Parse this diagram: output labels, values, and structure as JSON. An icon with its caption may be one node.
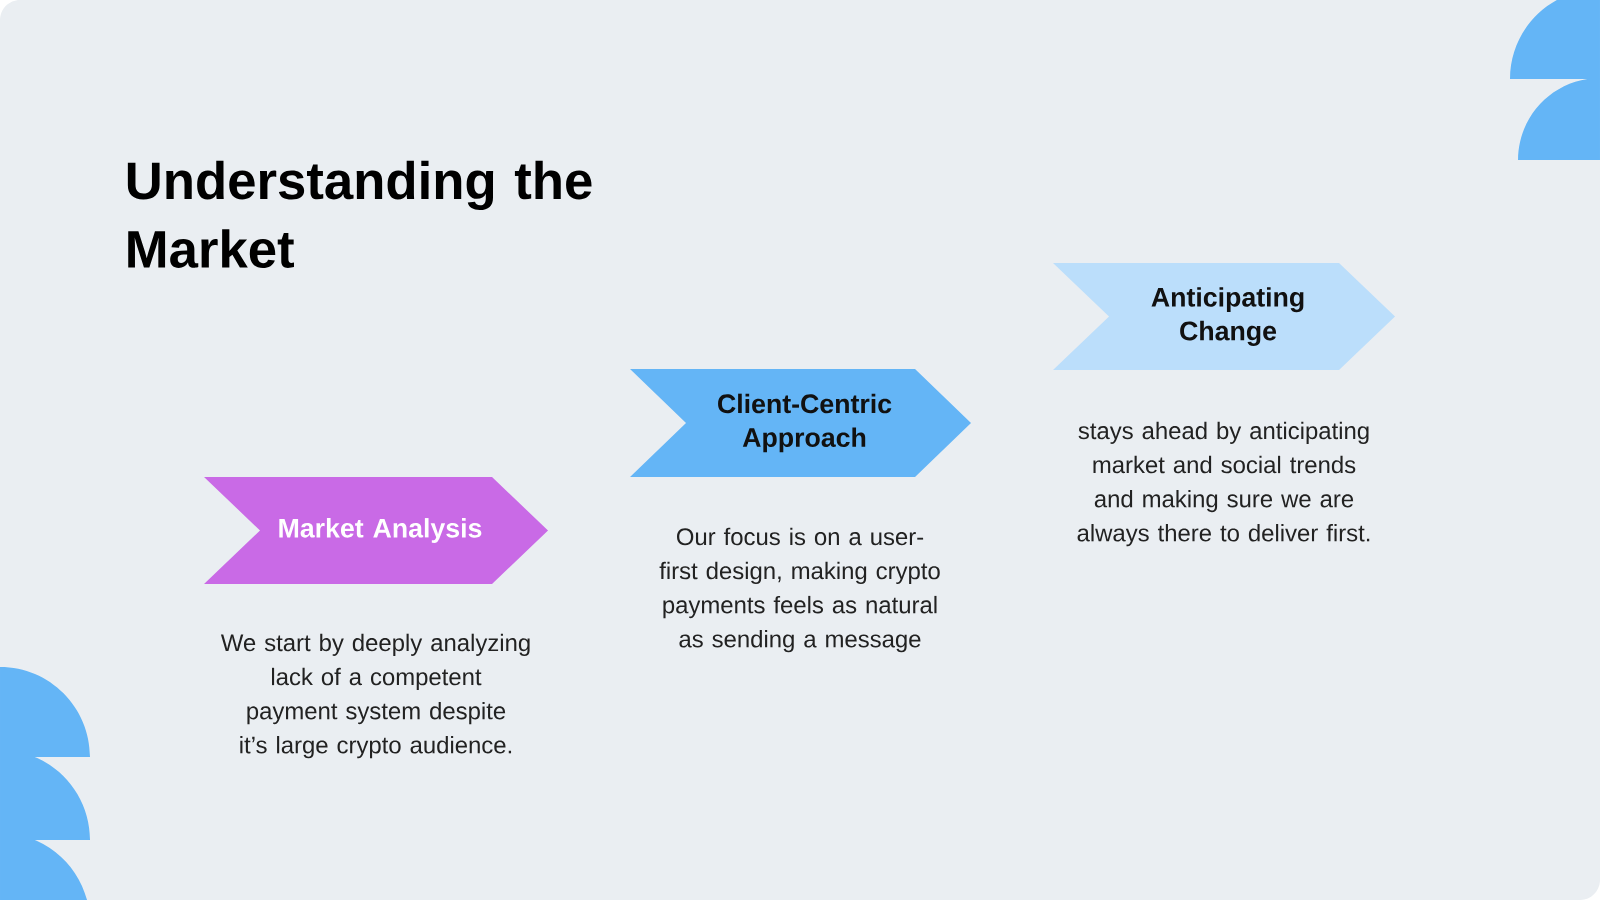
{
  "diagram": {
    "title": "Understanding the Market",
    "nodes": [
      {
        "text": [
          "Market Analysis"
        ],
        "beside": [
          "We start by deeply analyzing lack of a competent payment system despite it’s large crypto audience."
        ]
      },
      {
        "text": [
          "Client-Centric Approach"
        ],
        "beside": [
          "Our focus is on a user-first design, making crypto payments feels as natural as sending a message"
        ]
      },
      {
        "text": [
          "Anticipating Change"
        ],
        "beside": [
          "stays ahead by anticipating market and social trends and making sure we are always there to deliver first."
        ]
      }
    ]
  }
}
